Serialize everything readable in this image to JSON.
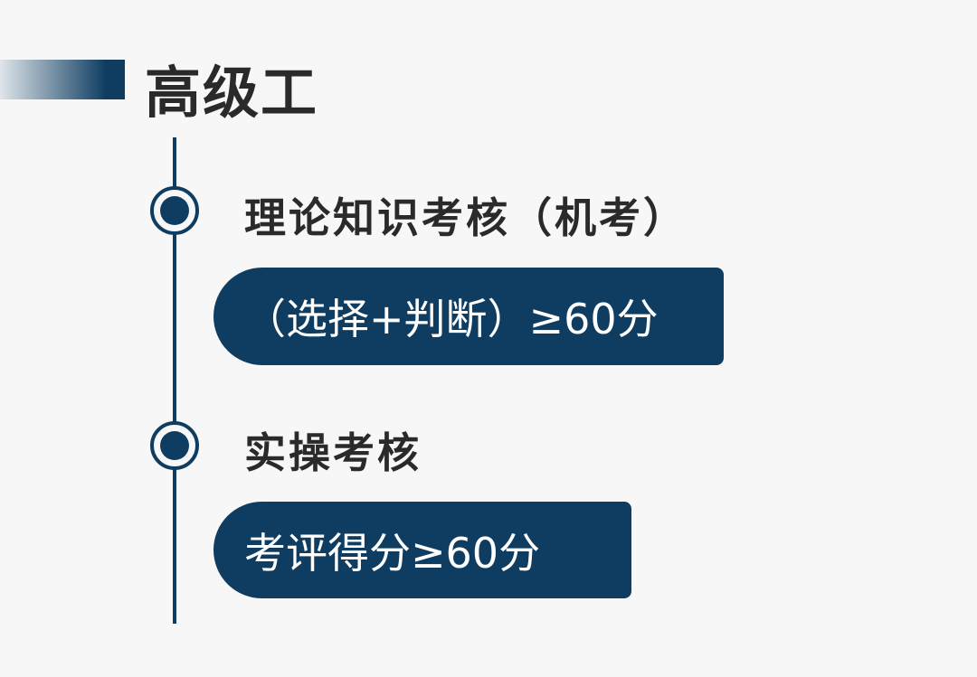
{
  "title": "高级工",
  "items": [
    {
      "heading": "理论知识考核（机考）",
      "requirement": "（选择+判断）≥60分"
    },
    {
      "heading": "实操考核",
      "requirement": "考评得分≥60分"
    }
  ],
  "colors": {
    "accent": "#0f3d61",
    "text": "#2a2a2a"
  }
}
